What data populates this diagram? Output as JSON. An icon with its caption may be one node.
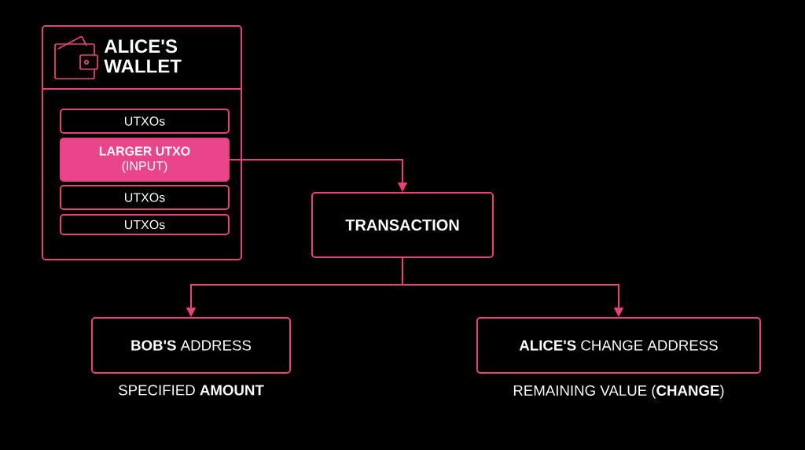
{
  "diagram": {
    "nodes": [
      {
        "text": [
          "ALICE'S WALLET"
        ]
      },
      {
        "text": [
          "UTXOs"
        ],
        "in": 0
      },
      {
        "text": [
          "LARGER UTXO",
          "(INPUT)"
        ],
        "in": 0
      },
      {
        "text": [
          "UTXOs"
        ],
        "in": 0
      },
      {
        "text": [
          "UTXOs"
        ],
        "in": 0
      },
      {
        "text": [
          "TRANSACTION"
        ]
      },
      {
        "text": [
          "**BOB'S** ADDRESS"
        ],
        "beside": [
          "SPECIFIED **AMOUNT**"
        ]
      },
      {
        "text": [
          "**ALICE'S** CHANGE ADDRESS"
        ],
        "beside": [
          "REMAINING VALUE (**CHANGE**)"
        ]
      }
    ],
    "edges": [
      {
        "from": 2,
        "to": 5,
        "arrow": "to"
      },
      {
        "from": 5,
        "to": 6,
        "arrow": "to"
      },
      {
        "from": 5,
        "to": 7,
        "arrow": "to"
      }
    ]
  }
}
